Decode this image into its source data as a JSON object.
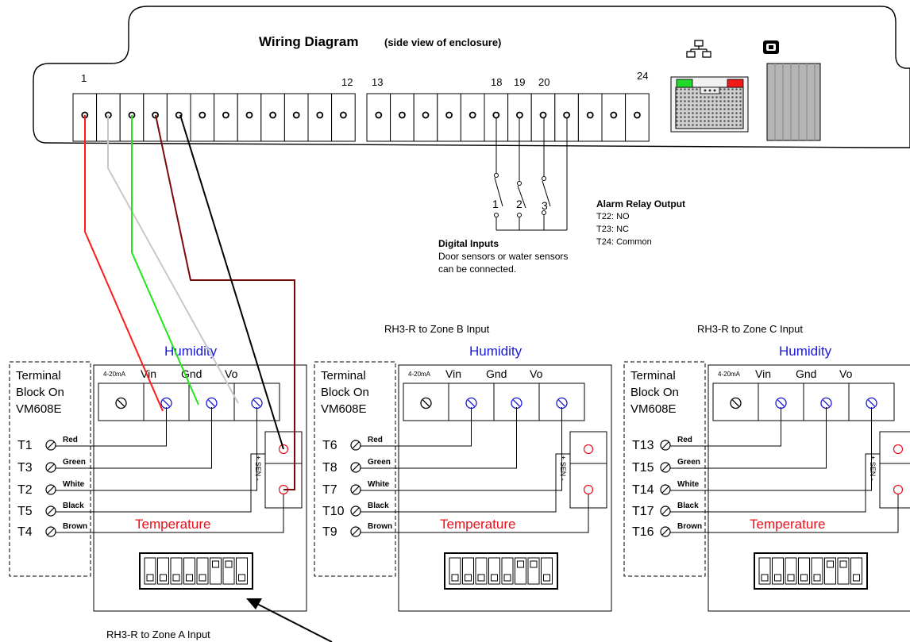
{
  "title": "Wiring Diagram",
  "subtitle": "(side view of enclosure)",
  "terminals": {
    "label_1": "1",
    "label_12": "12",
    "label_13": "13",
    "label_18": "18",
    "label_19": "19",
    "label_20": "20",
    "label_24": "24"
  },
  "digital_inputs": {
    "title": "Digital Inputs",
    "line1": "Door sensors or water sensors",
    "line2": "can be connected.",
    "switches": [
      "1",
      "2",
      "3"
    ]
  },
  "alarm_relay": {
    "title": "Alarm Relay Output",
    "lines": [
      "T22: NO",
      "T23: NC",
      "T24: Common"
    ]
  },
  "zones": [
    {
      "caption": "RH3-R to Zone A Input",
      "terminal_block": [
        "Terminal",
        "Block On",
        "VM608E"
      ],
      "terminals": [
        "T1",
        "T3",
        "T2",
        "T5",
        "T4"
      ]
    },
    {
      "caption": "RH3-R to Zone B Input",
      "terminal_block": [
        "Terminal",
        "Block On",
        "VM608E"
      ],
      "terminals": [
        "T6",
        "T8",
        "T7",
        "T10",
        "T9"
      ]
    },
    {
      "caption": "RH3-R to Zone C Input",
      "terminal_block": [
        "Terminal",
        "Block On",
        "VM608E"
      ],
      "terminals": [
        "T13",
        "T15",
        "T14",
        "T17",
        "T16"
      ]
    }
  ],
  "module": {
    "humidity": "Humidity",
    "temperature": "Temperature",
    "ma_label": "4-20mA",
    "vin": "Vin",
    "gnd": "Gnd",
    "vo": "Vo",
    "sen": "+ SEN -"
  },
  "wire_labels": [
    "Red",
    "Green",
    "White",
    "Black",
    "Brown"
  ],
  "wire_colors": {
    "red": "#ff1a1a",
    "white": "#c8c8c8",
    "green": "#22e61a",
    "brown": "#7a0a0a",
    "black": "#000000"
  }
}
